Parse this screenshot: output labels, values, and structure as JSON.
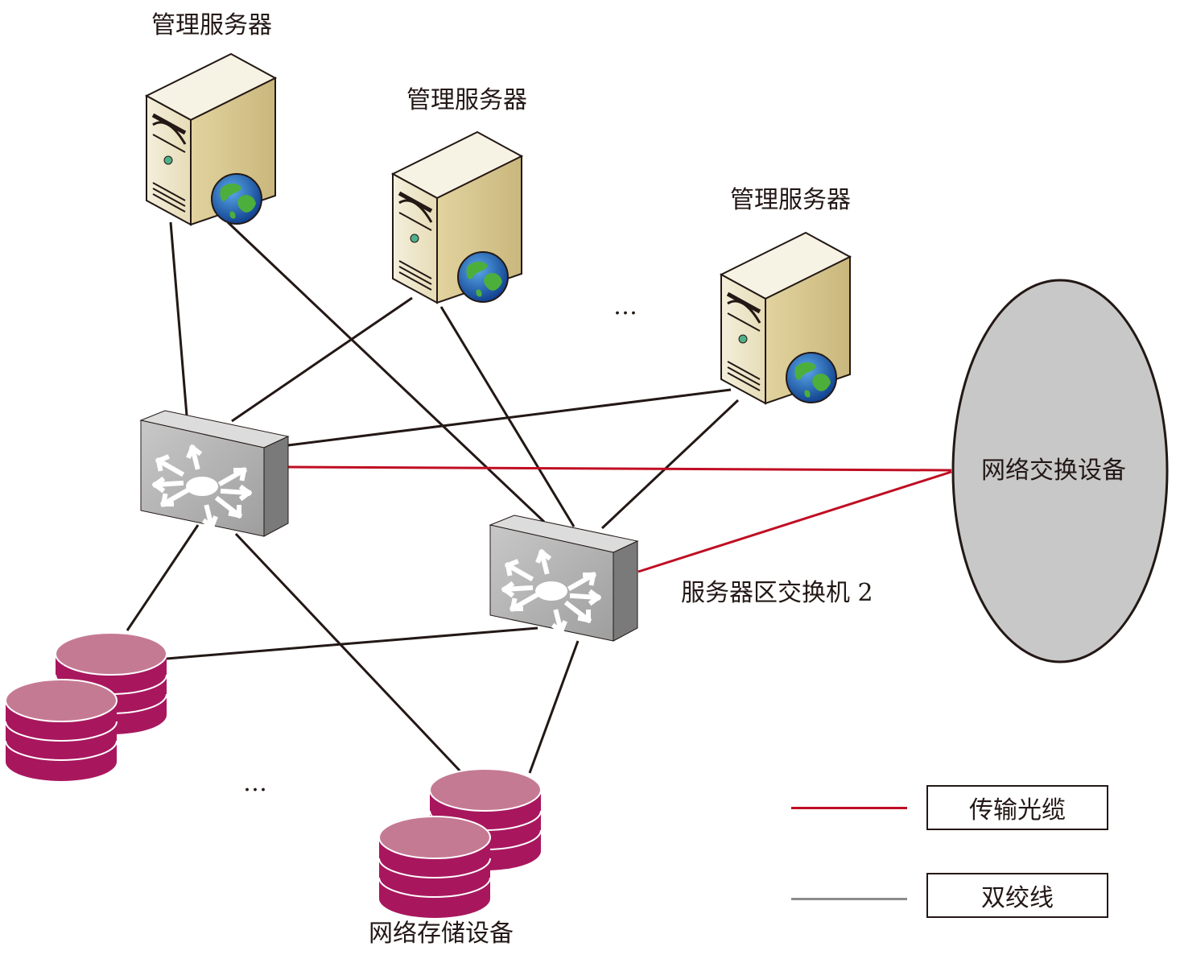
{
  "labels": {
    "server_1": "管理服务器",
    "server_2": "管理服务器",
    "server_3": "管理服务器",
    "servers_ellipsis": "…",
    "switch_2": "服务器区交换机 2",
    "network_exchange": "网络交换设备",
    "storage_ellipsis": "…",
    "storage": "网络存储设备"
  },
  "legend": {
    "fiber": "传输光缆",
    "twisted_pair": "双绞线"
  },
  "colors": {
    "fiber": "#c00d23",
    "twisted_pair": "#231815",
    "legend_twisted": "#8c8c8c",
    "storage_top": "#c57a93",
    "storage_body": "#a8175e",
    "cloud": "#c8c8c8",
    "switch_face": "#b5b5b5",
    "server_body": "#efe7c8"
  }
}
